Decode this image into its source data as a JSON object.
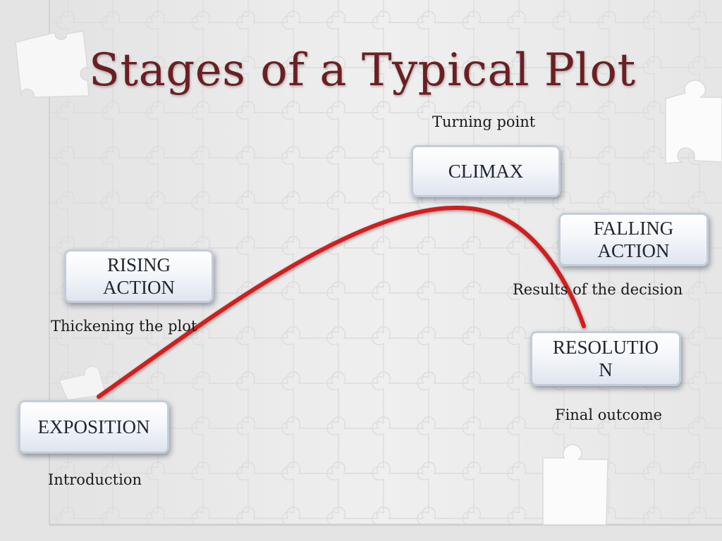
{
  "title": "Stages of a Typical Plot",
  "colors": {
    "title": "#6b1f22",
    "plot_line": "#d21e1e",
    "background": "#ececec"
  },
  "stages": {
    "exposition": {
      "label": "EXPOSITION",
      "caption": "Introduction"
    },
    "rising_action": {
      "label_line1": "RISING",
      "label_line2": "ACTION",
      "caption": "Thickening the plot"
    },
    "climax": {
      "label": "CLIMAX",
      "caption": "Turning point"
    },
    "falling_action": {
      "label_line1": "FALLING",
      "label_line2": "ACTION",
      "caption": "Results of the decision"
    },
    "resolution": {
      "label_line1": "RESOLUTIO",
      "label_line2": "N",
      "caption": "Final outcome"
    }
  }
}
